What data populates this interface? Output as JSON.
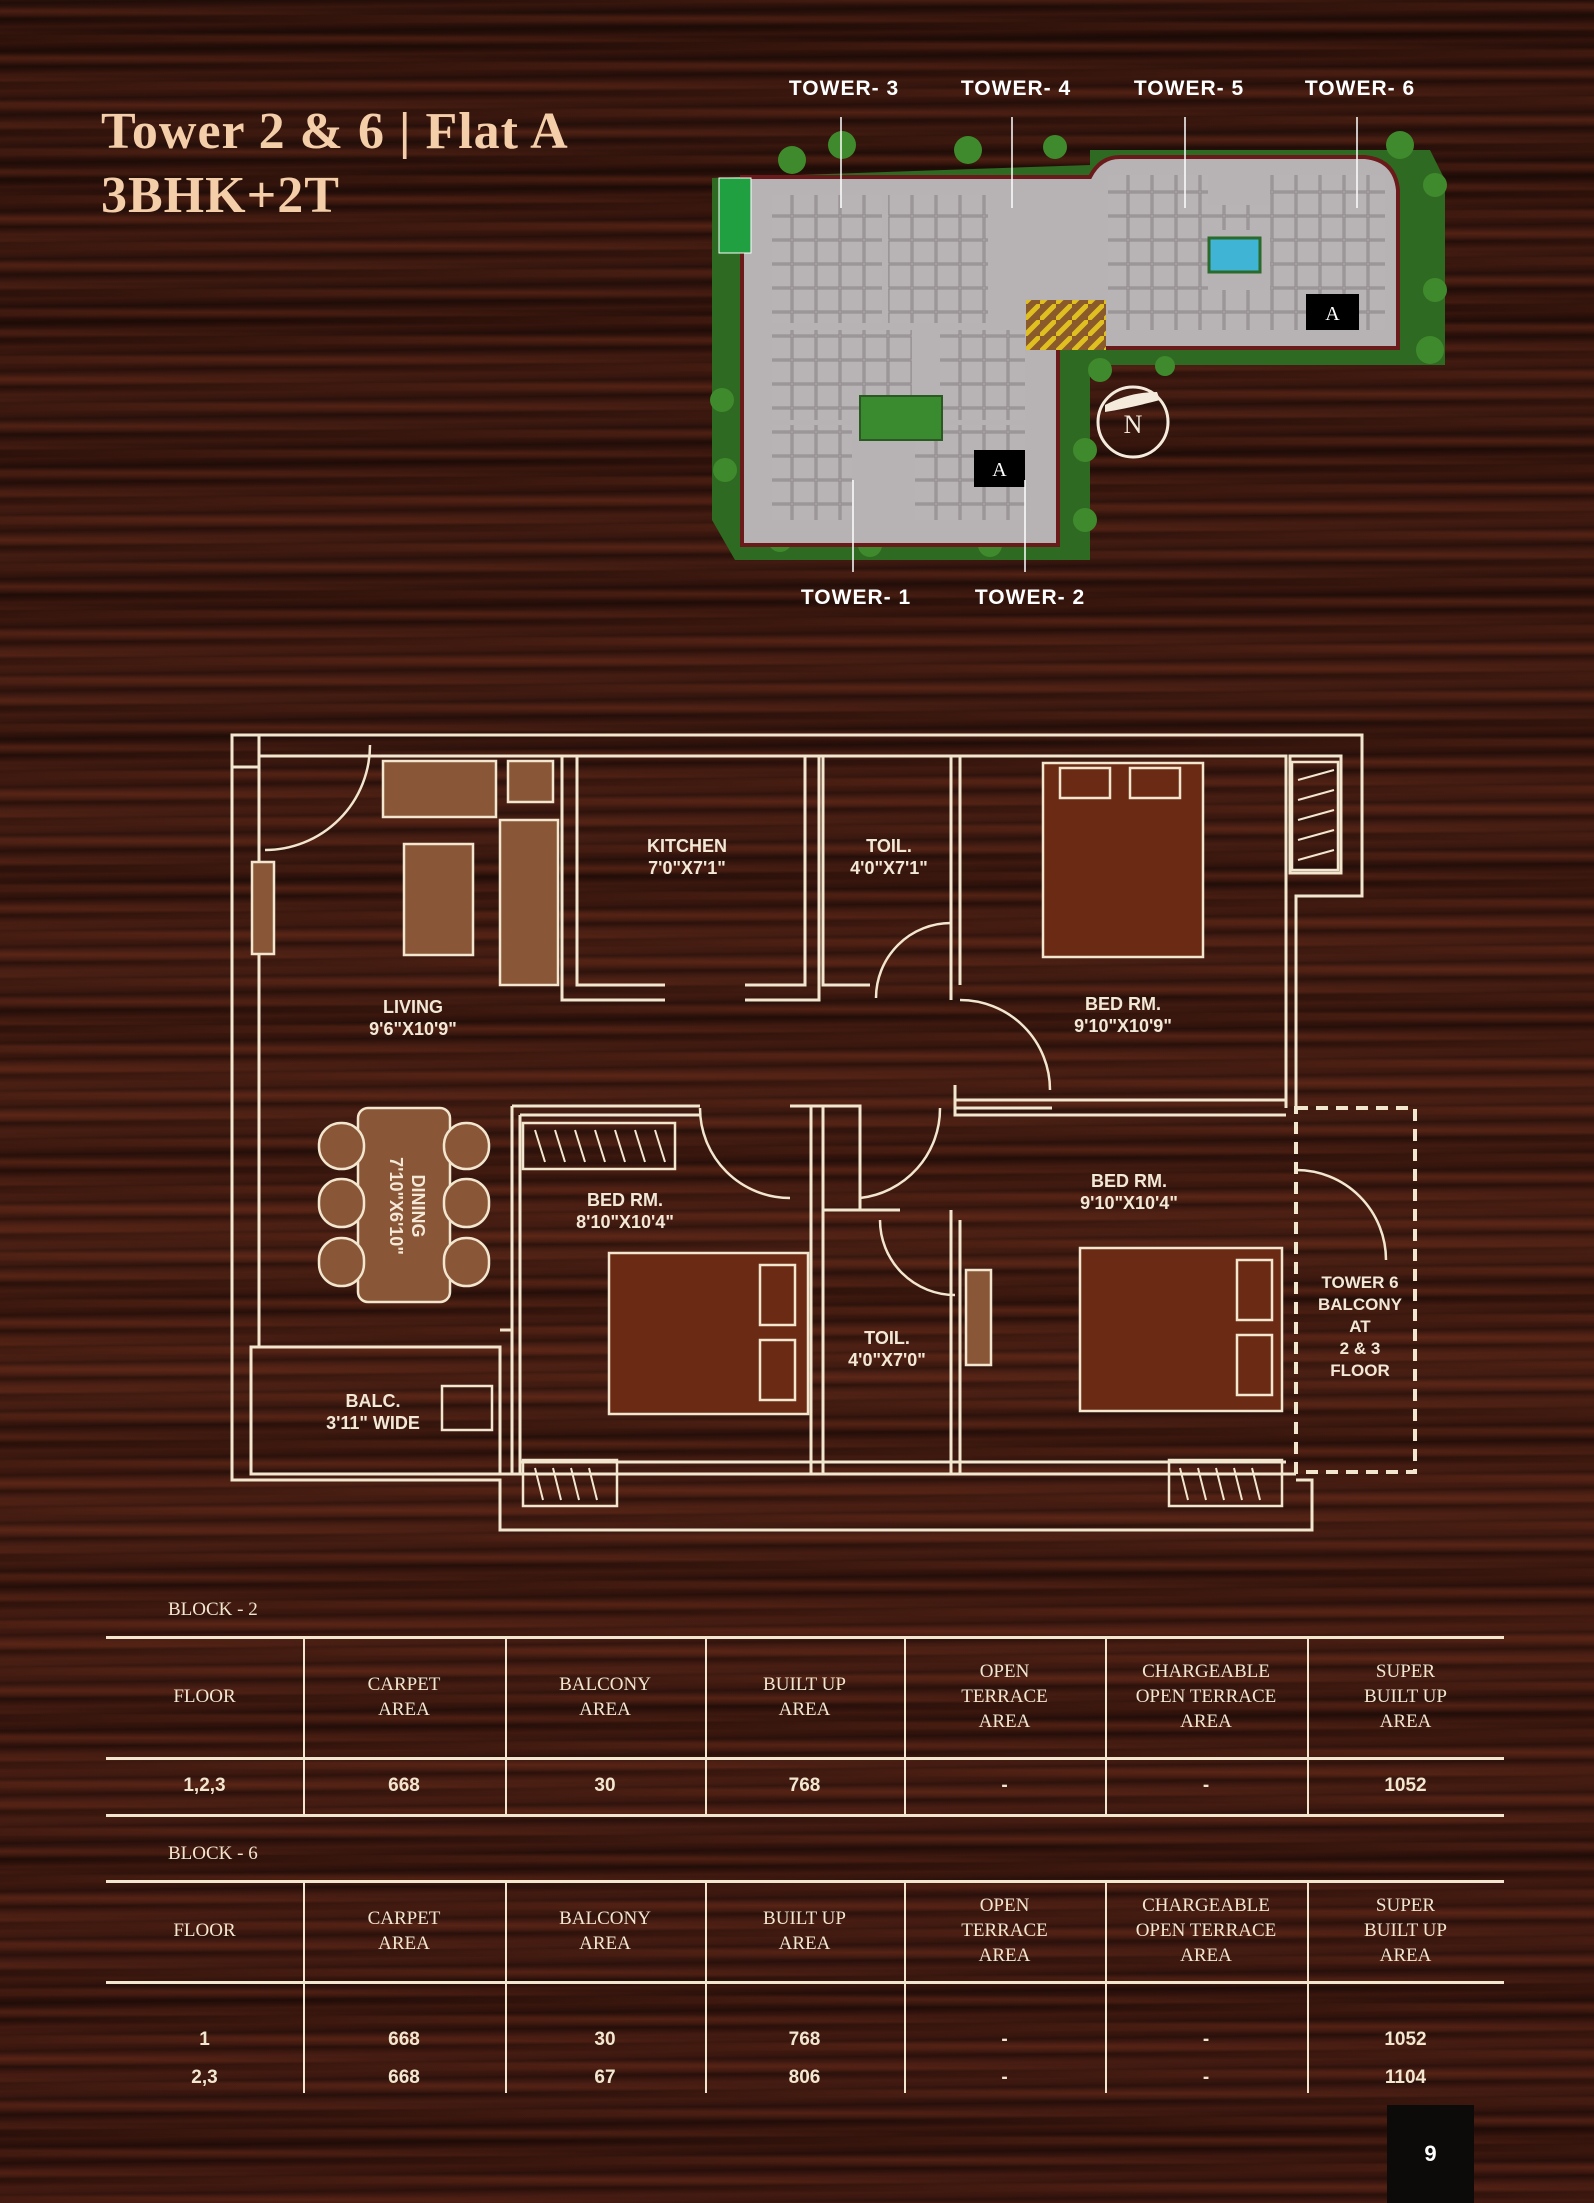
{
  "header": {
    "title_line1": "Tower 2 & 6 | Flat A",
    "title_line2": "3BHK+2T"
  },
  "site_plan": {
    "towers_top": [
      "TOWER- 3",
      "TOWER- 4",
      "TOWER- 5",
      "TOWER- 6"
    ],
    "towers_bottom": [
      "TOWER- 1",
      "TOWER- 2"
    ],
    "flat_marker": "A",
    "compass": "N"
  },
  "floor_plan": {
    "kitchen": {
      "name": "KITCHEN",
      "size": "7'0\"X7'1\""
    },
    "toilet1": {
      "name": "TOIL.",
      "size": "4'0\"X7'1\""
    },
    "bed1": {
      "name": "BED RM.",
      "size": "9'10\"X10'9\""
    },
    "living": {
      "name": "LIVING",
      "size": "9'6\"X10'9\""
    },
    "dining": {
      "name": "DINING",
      "size": "7'10\"X6'10\""
    },
    "bed2": {
      "name": "BED RM.",
      "size": "8'10\"X10'4\""
    },
    "bed3": {
      "name": "BED RM.",
      "size": "9'10\"X10'4\""
    },
    "toilet2": {
      "name": "TOIL.",
      "size": "4'0\"X7'0\""
    },
    "balcony": {
      "name": "BALC.",
      "size": "3'11\" WIDE"
    },
    "tower6_balcony": [
      "TOWER 6",
      "BALCONY",
      "AT",
      "2 & 3",
      "FLOOR"
    ]
  },
  "tables": [
    {
      "label": "BLOCK - 2",
      "headers": [
        [
          "FLOOR"
        ],
        [
          "CARPET",
          "AREA"
        ],
        [
          "BALCONY",
          "AREA"
        ],
        [
          "BUILT UP",
          "AREA"
        ],
        [
          "OPEN",
          "TERRACE",
          "AREA"
        ],
        [
          "CHARGEABLE",
          "OPEN TERRACE",
          "AREA"
        ],
        [
          "SUPER",
          "BUILT UP",
          "AREA"
        ]
      ],
      "rows": [
        [
          "1,2,3",
          "668",
          "30",
          "768",
          "-",
          "-",
          "1052"
        ]
      ]
    },
    {
      "label": "BLOCK - 6",
      "headers": [
        [
          "FLOOR"
        ],
        [
          "CARPET",
          "AREA"
        ],
        [
          "BALCONY",
          "AREA"
        ],
        [
          "BUILT UP",
          "AREA"
        ],
        [
          "OPEN",
          "TERRACE",
          "AREA"
        ],
        [
          "CHARGEABLE",
          "OPEN TERRACE",
          "AREA"
        ],
        [
          "SUPER",
          "BUILT UP",
          "AREA"
        ]
      ],
      "rows": [
        [
          "1",
          "668",
          "30",
          "768",
          "-",
          "-",
          "1052"
        ],
        [
          "2,3",
          "668",
          "67",
          "806",
          "-",
          "-",
          "1104"
        ]
      ]
    }
  ],
  "page_number": "9",
  "colors": {
    "title": "#f4cda9",
    "line": "#f3e6cf",
    "bed": "#6b2a14",
    "furniture": "#8a5638"
  }
}
